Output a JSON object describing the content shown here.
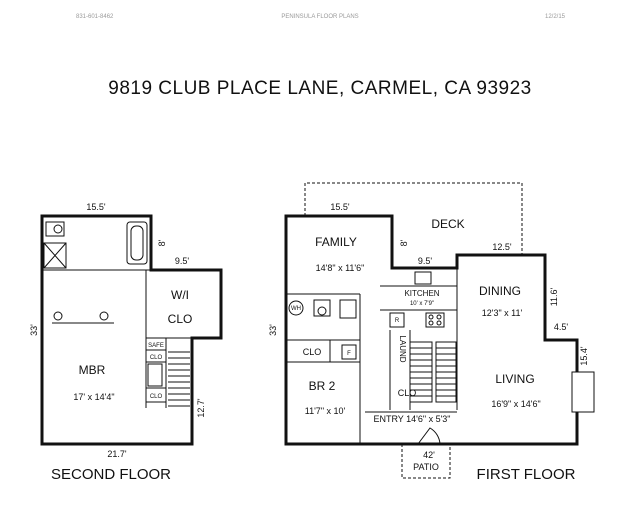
{
  "header": {
    "phone": "831-601-8462",
    "company": "PENINSULA FLOOR PLANS",
    "date": "12/2/15"
  },
  "title": "9819 CLUB PLACE LANE, CARMEL, CA  93923",
  "second_floor": {
    "label": "SECOND FLOOR",
    "dims": {
      "top": "15.5'",
      "left": "33'",
      "bottom": "21.7'",
      "right_lower": "12.7'",
      "notch_w": "9.5'",
      "notch_h": "8'"
    },
    "rooms": {
      "mbr": {
        "name": "MBR",
        "size": "17' x 14'4\""
      },
      "wi_clo": {
        "line1": "W/I",
        "line2": "CLO"
      },
      "safe": "SAFE",
      "clo1": "CLO",
      "clo2": "CLO"
    }
  },
  "first_floor": {
    "label": "FIRST FLOOR",
    "dims": {
      "top": "15.5'",
      "left": "33'",
      "deck_notch_h": "8'",
      "deck_notch_w": "9.5'",
      "deck_right": "12.5'",
      "right_upper": "11.6'",
      "right_step": "4.5'",
      "fireplace": "15.4'",
      "patio_w": "42'"
    },
    "rooms": {
      "deck": "DECK",
      "family": {
        "name": "FAMILY",
        "size": "14'8\" x 11'6\""
      },
      "kitchen": {
        "name": "KITCHEN",
        "size": "10' x 7'9\""
      },
      "dining": {
        "name": "DINING",
        "size": "12'3\" x 11'"
      },
      "living": {
        "name": "LIVING",
        "size": "16'9\" x 14'6\""
      },
      "br2": {
        "name": "BR 2",
        "size": "11'7\" x 10'"
      },
      "laund": "LAUND",
      "clo_a": "CLO",
      "clo_b": "CLO",
      "entry": "ENTRY 14'6\" x 5'3\"",
      "patio": "PATIO",
      "wh": "WH",
      "r": "R",
      "f": "F"
    }
  }
}
